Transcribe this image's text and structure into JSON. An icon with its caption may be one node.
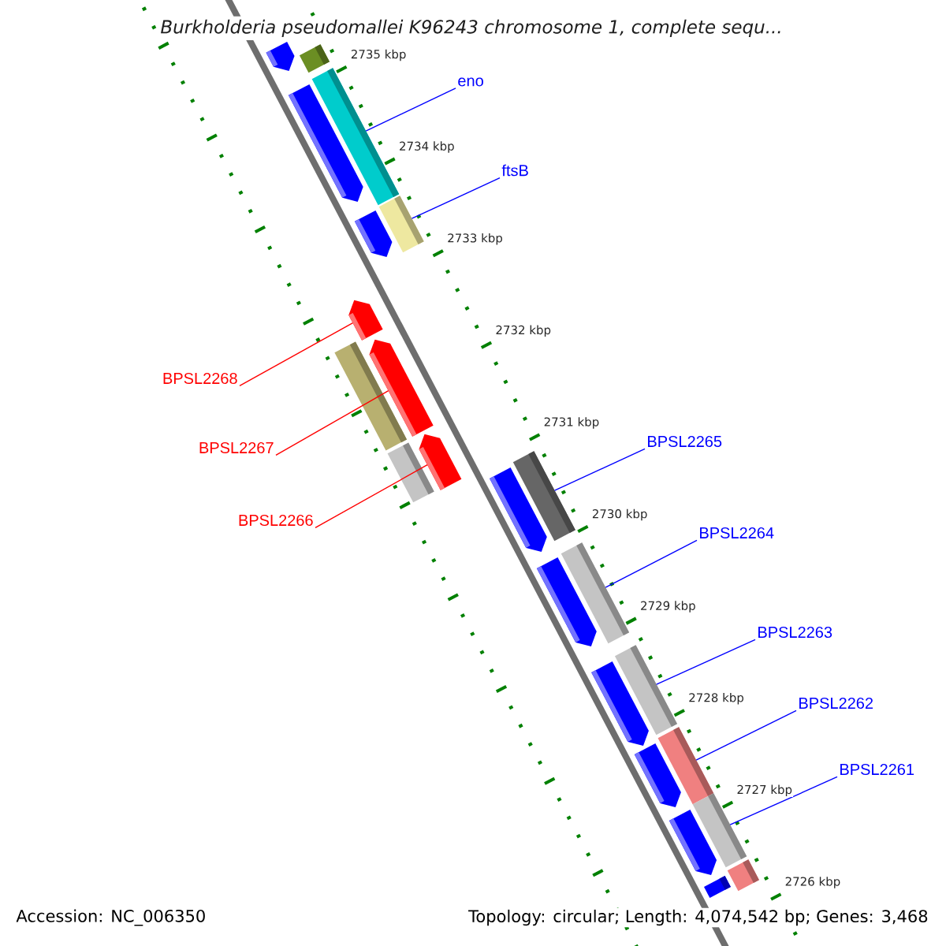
{
  "diagram": {
    "title": "Burkholderia pseudomallei K96243 chromosome 1, complete sequ...",
    "nodes": [
      {
        "text": [
          "eno"
        ]
      },
      {
        "text": [
          "ftsB"
        ]
      },
      {
        "text": [
          "BPSL2268"
        ]
      },
      {
        "text": [
          "BPSL2267"
        ]
      },
      {
        "text": [
          "BPSL2266"
        ]
      },
      {
        "text": [
          "BPSL2265"
        ]
      },
      {
        "text": [
          "BPSL2264"
        ]
      },
      {
        "text": [
          "BPSL2263"
        ]
      },
      {
        "text": [
          "BPSL2262"
        ]
      },
      {
        "text": [
          "BPSL2261"
        ]
      },
      {
        "text": [],
        "shape": "bar"
      },
      {
        "text": [],
        "shape": "bar"
      },
      {
        "text": [],
        "shape": "bar"
      },
      {
        "text": [],
        "shape": "bar"
      },
      {
        "text": [],
        "shape": "bar"
      },
      {
        "text": [],
        "shape": "bar"
      },
      {
        "text": [],
        "shape": "bar"
      },
      {
        "text": [],
        "shape": "bar"
      },
      {
        "text": [],
        "shape": "bar"
      },
      {
        "text": [],
        "shape": "bar"
      },
      {
        "text": [],
        "shape": "bar"
      },
      {
        "text": [],
        "shape": "bar"
      },
      {
        "text": [],
        "shape": "bar"
      },
      {
        "text": [],
        "shape": "bar"
      },
      {
        "text": [],
        "shape": "bar"
      },
      {
        "text": [],
        "shape": "bar"
      },
      {
        "text": [],
        "shape": "bar"
      },
      {
        "text": [],
        "shape": "bar"
      },
      {
        "text": [],
        "shape": "bar"
      },
      {
        "text": [],
        "shape": "bar"
      },
      {
        "text": [],
        "shape": "bar"
      },
      {
        "text": [],
        "shape": "bar"
      },
      {
        "text": [],
        "shape": "bar"
      }
    ],
    "edges": [
      {
        "from": 0,
        "to": 12,
        "arrow": "none"
      },
      {
        "from": 1,
        "to": 14,
        "arrow": "none"
      },
      {
        "from": 2,
        "to": 16,
        "arrow": "none",
        "color": "#ff0000"
      },
      {
        "from": 3,
        "to": 17,
        "arrow": "none",
        "color": "#ff0000"
      },
      {
        "from": 4,
        "to": 19,
        "arrow": "none",
        "color": "#ff0000"
      },
      {
        "from": 5,
        "to": 21,
        "arrow": "none"
      },
      {
        "from": 6,
        "to": 23,
        "arrow": "none"
      },
      {
        "from": 7,
        "to": 25,
        "arrow": "none"
      },
      {
        "from": 8,
        "to": 27,
        "arrow": "none"
      },
      {
        "from": 9,
        "to": 29,
        "arrow": "none"
      }
    ],
    "labels": [
      "2735 kbp",
      "2734 kbp",
      "2733 kbp",
      "2732 kbp",
      "2731 kbp",
      "2730 kbp",
      "2729 kbp",
      "2728 kbp",
      "2727 kbp",
      "2726 kbp",
      "Accession: NC_006350",
      "Topology: circular; Length: 4,074,542 bp; Genes: 3,468"
    ]
  }
}
